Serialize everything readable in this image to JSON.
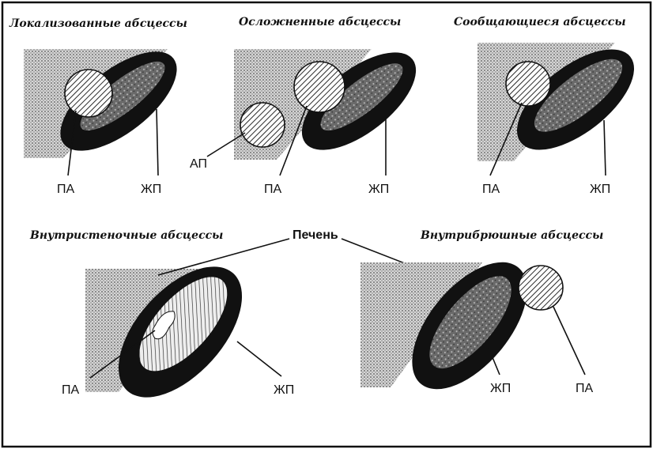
{
  "panels": {
    "localized": {
      "title": "Локализованные абсцессы",
      "label_pa": "ПА",
      "label_zhp": "ЖП"
    },
    "complicated": {
      "title": "Осложненные абсцессы",
      "label_ap": "АП",
      "label_pa": "ПА",
      "label_zhp": "ЖП"
    },
    "communicating": {
      "title": "Сообщающиеся абсцессы",
      "label_pa": "ПА",
      "label_zhp": "ЖП"
    },
    "intramural": {
      "title": "Внутристеночные абсцессы",
      "label_pa": "ПА",
      "label_zhp": "ЖП"
    },
    "intraabdominal": {
      "title": "Внутрибрюшные абсцессы",
      "label_zhp": "ЖП",
      "label_pa": "ПА"
    }
  },
  "liver_label": "Печень"
}
